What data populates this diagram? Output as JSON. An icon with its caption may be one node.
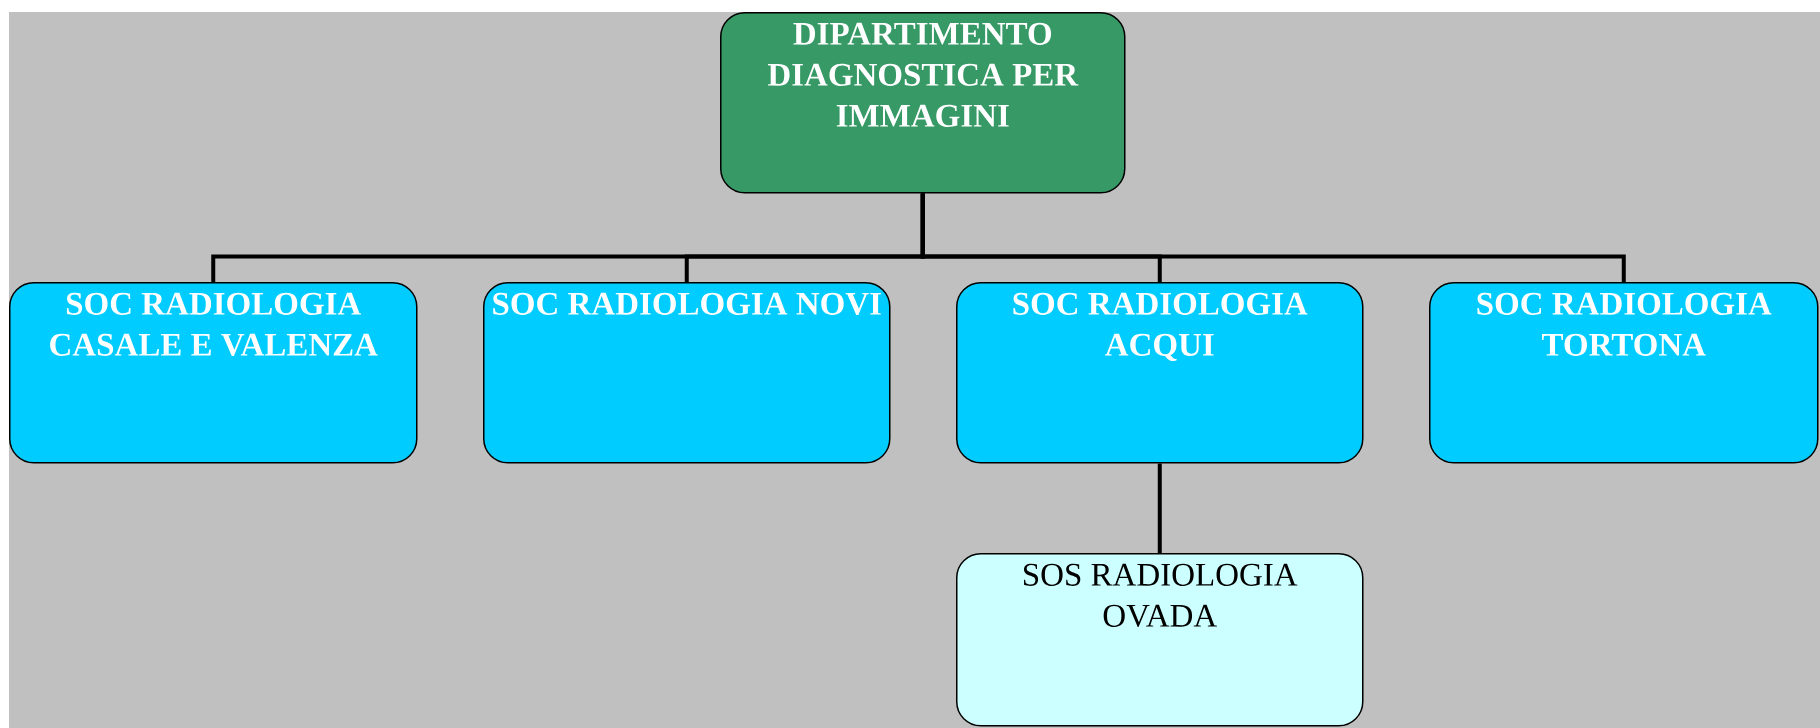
{
  "diagram": {
    "nodes": [
      {
        "text": [
          "DIPARTIMENTO DIAGNOSTICA PER IMMAGINI"
        ]
      },
      {
        "text": [
          "SOC RADIOLOGIA CASALE E VALENZA"
        ]
      },
      {
        "text": [
          "SOC RADIOLOGIA NOVI"
        ]
      },
      {
        "text": [
          "SOC RADIOLOGIA ACQUI"
        ]
      },
      {
        "text": [
          "SOC RADIOLOGIA TORTONA"
        ]
      },
      {
        "text": [
          "SOS RADIOLOGIA OVADA"
        ]
      }
    ],
    "edges": [
      {
        "from": 0,
        "to": 1,
        "arrow": "none"
      },
      {
        "from": 0,
        "to": 2,
        "arrow": "none"
      },
      {
        "from": 0,
        "to": 3,
        "arrow": "none"
      },
      {
        "from": 0,
        "to": 4,
        "arrow": "none"
      },
      {
        "from": 3,
        "to": 5,
        "arrow": "none"
      }
    ]
  }
}
